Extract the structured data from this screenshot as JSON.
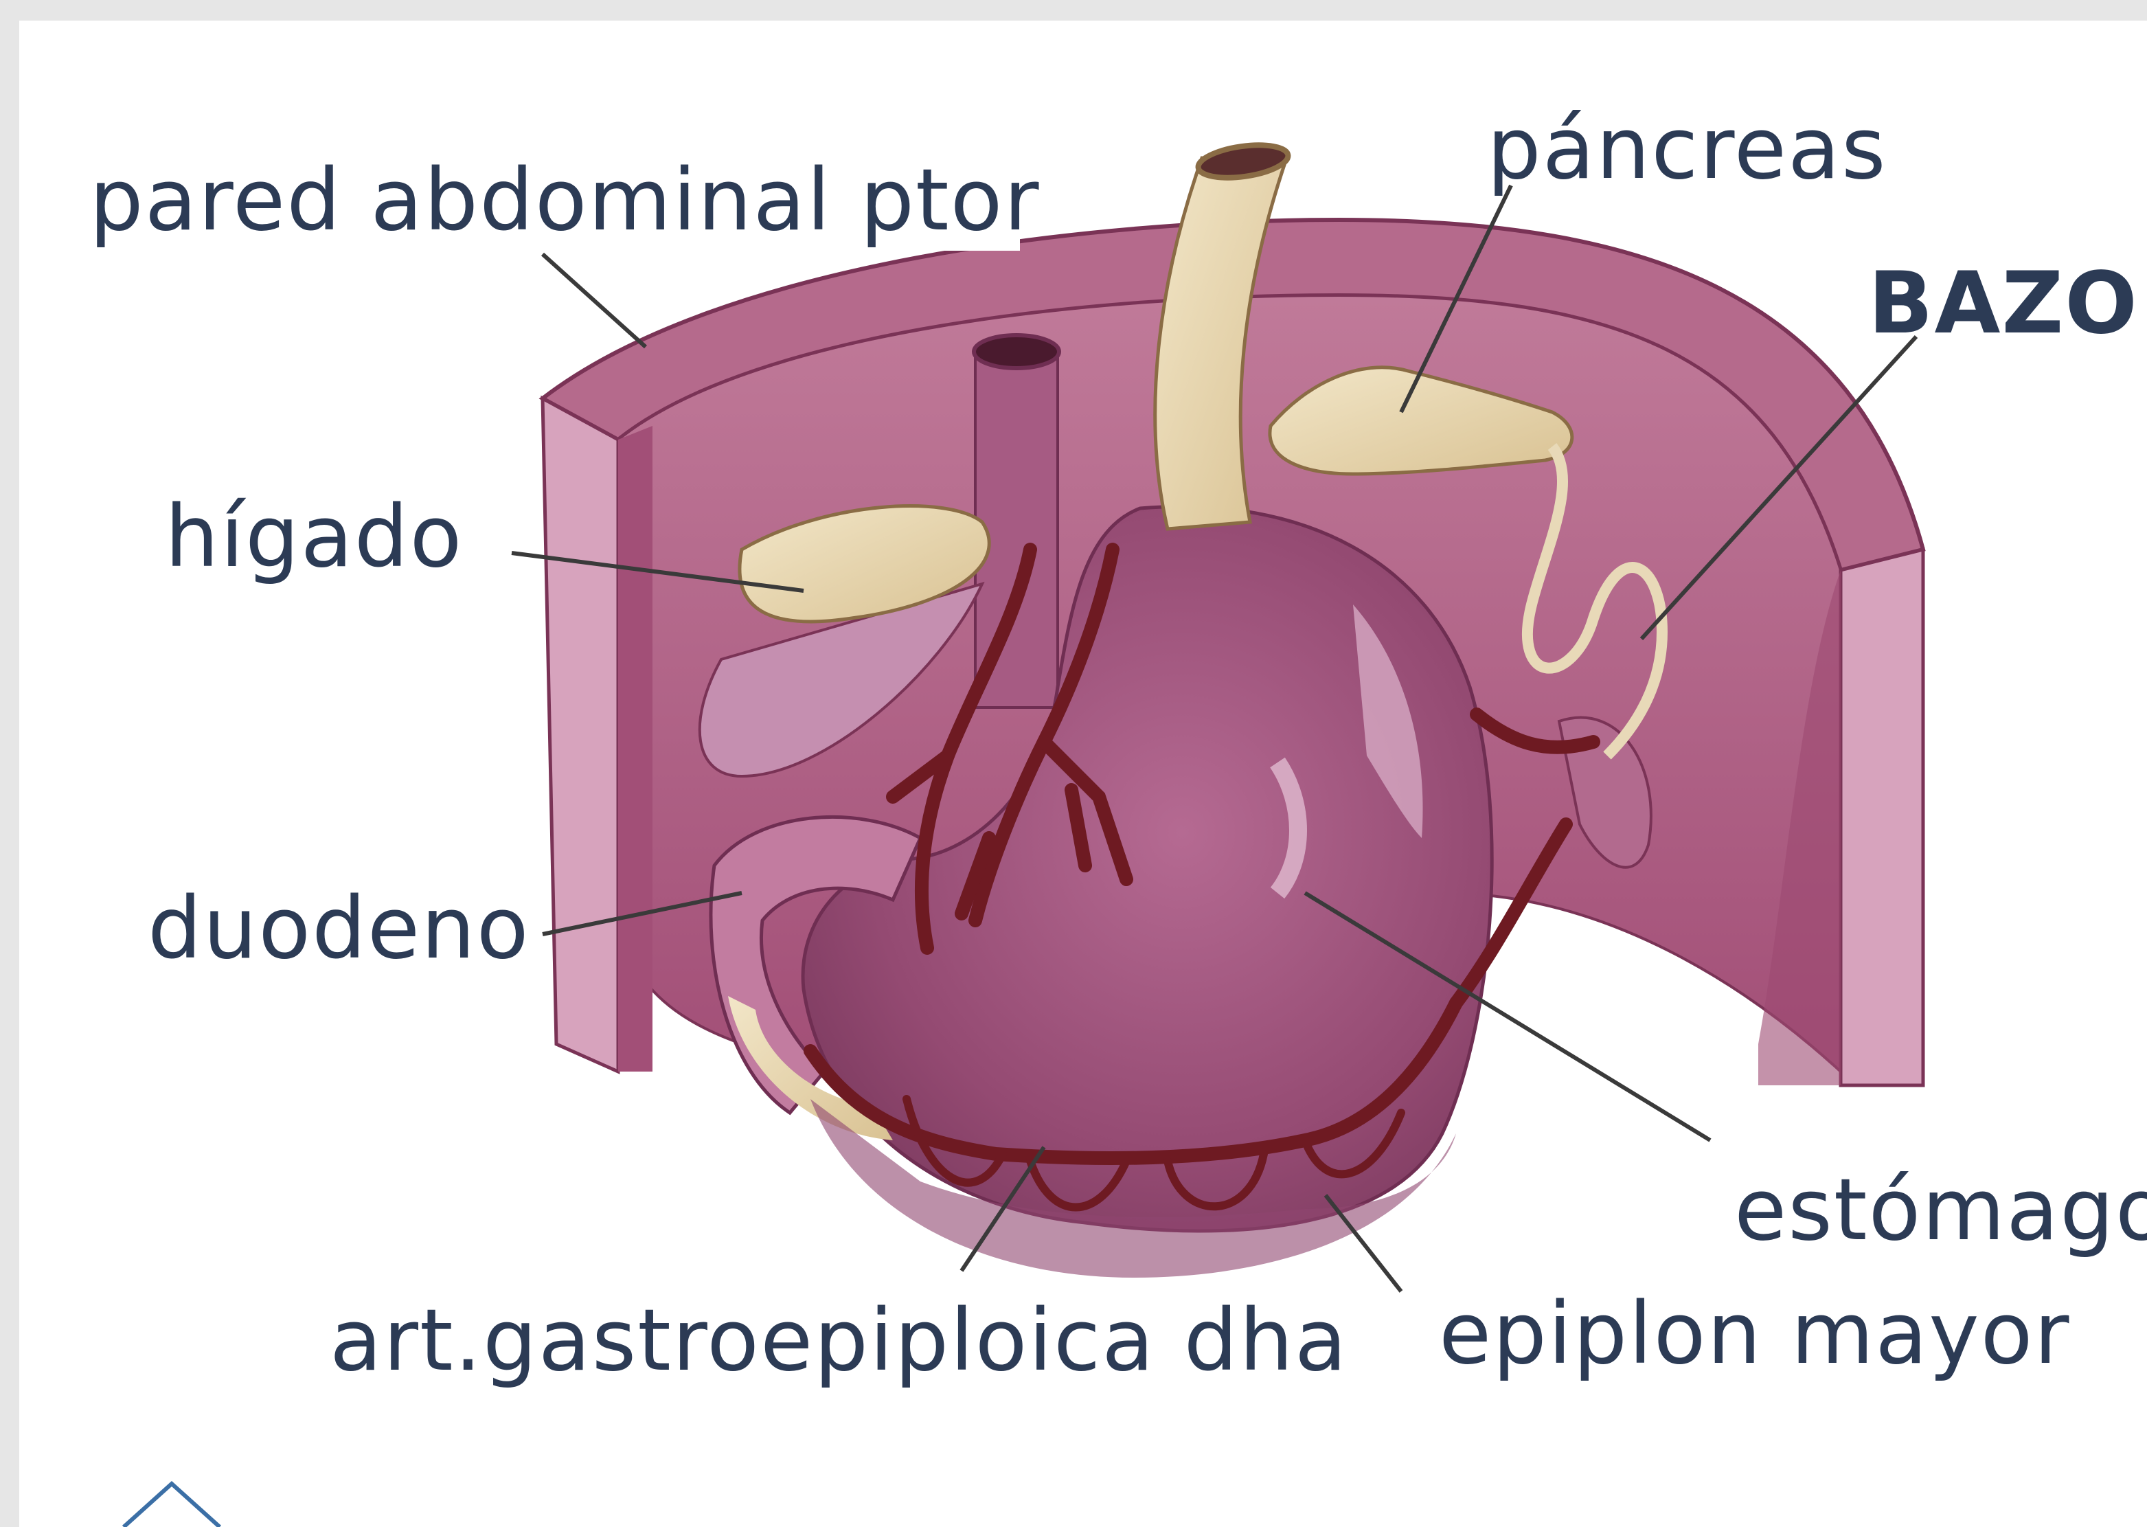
{
  "diagram": {
    "labels": {
      "wall": "pared abdominal ptor",
      "pancreas": "páncreas",
      "spleen": "BAZO",
      "liver": "hígado",
      "duodenum": "duodeno",
      "stomach": "estómago",
      "artery": "art.gastroepiploica dha",
      "omentum": "epiplon mayor"
    },
    "colors": {
      "background": "#e6e6e6",
      "panel": "#ffffff",
      "wall": "#a9587e",
      "wall_light": "#d7a3bd",
      "stomach": "#9a4f77",
      "organ_cream": "#ead9b4",
      "vessel": "#6e1a22",
      "label_text": "#2c3b55",
      "leader": "#3a3a3a"
    }
  }
}
